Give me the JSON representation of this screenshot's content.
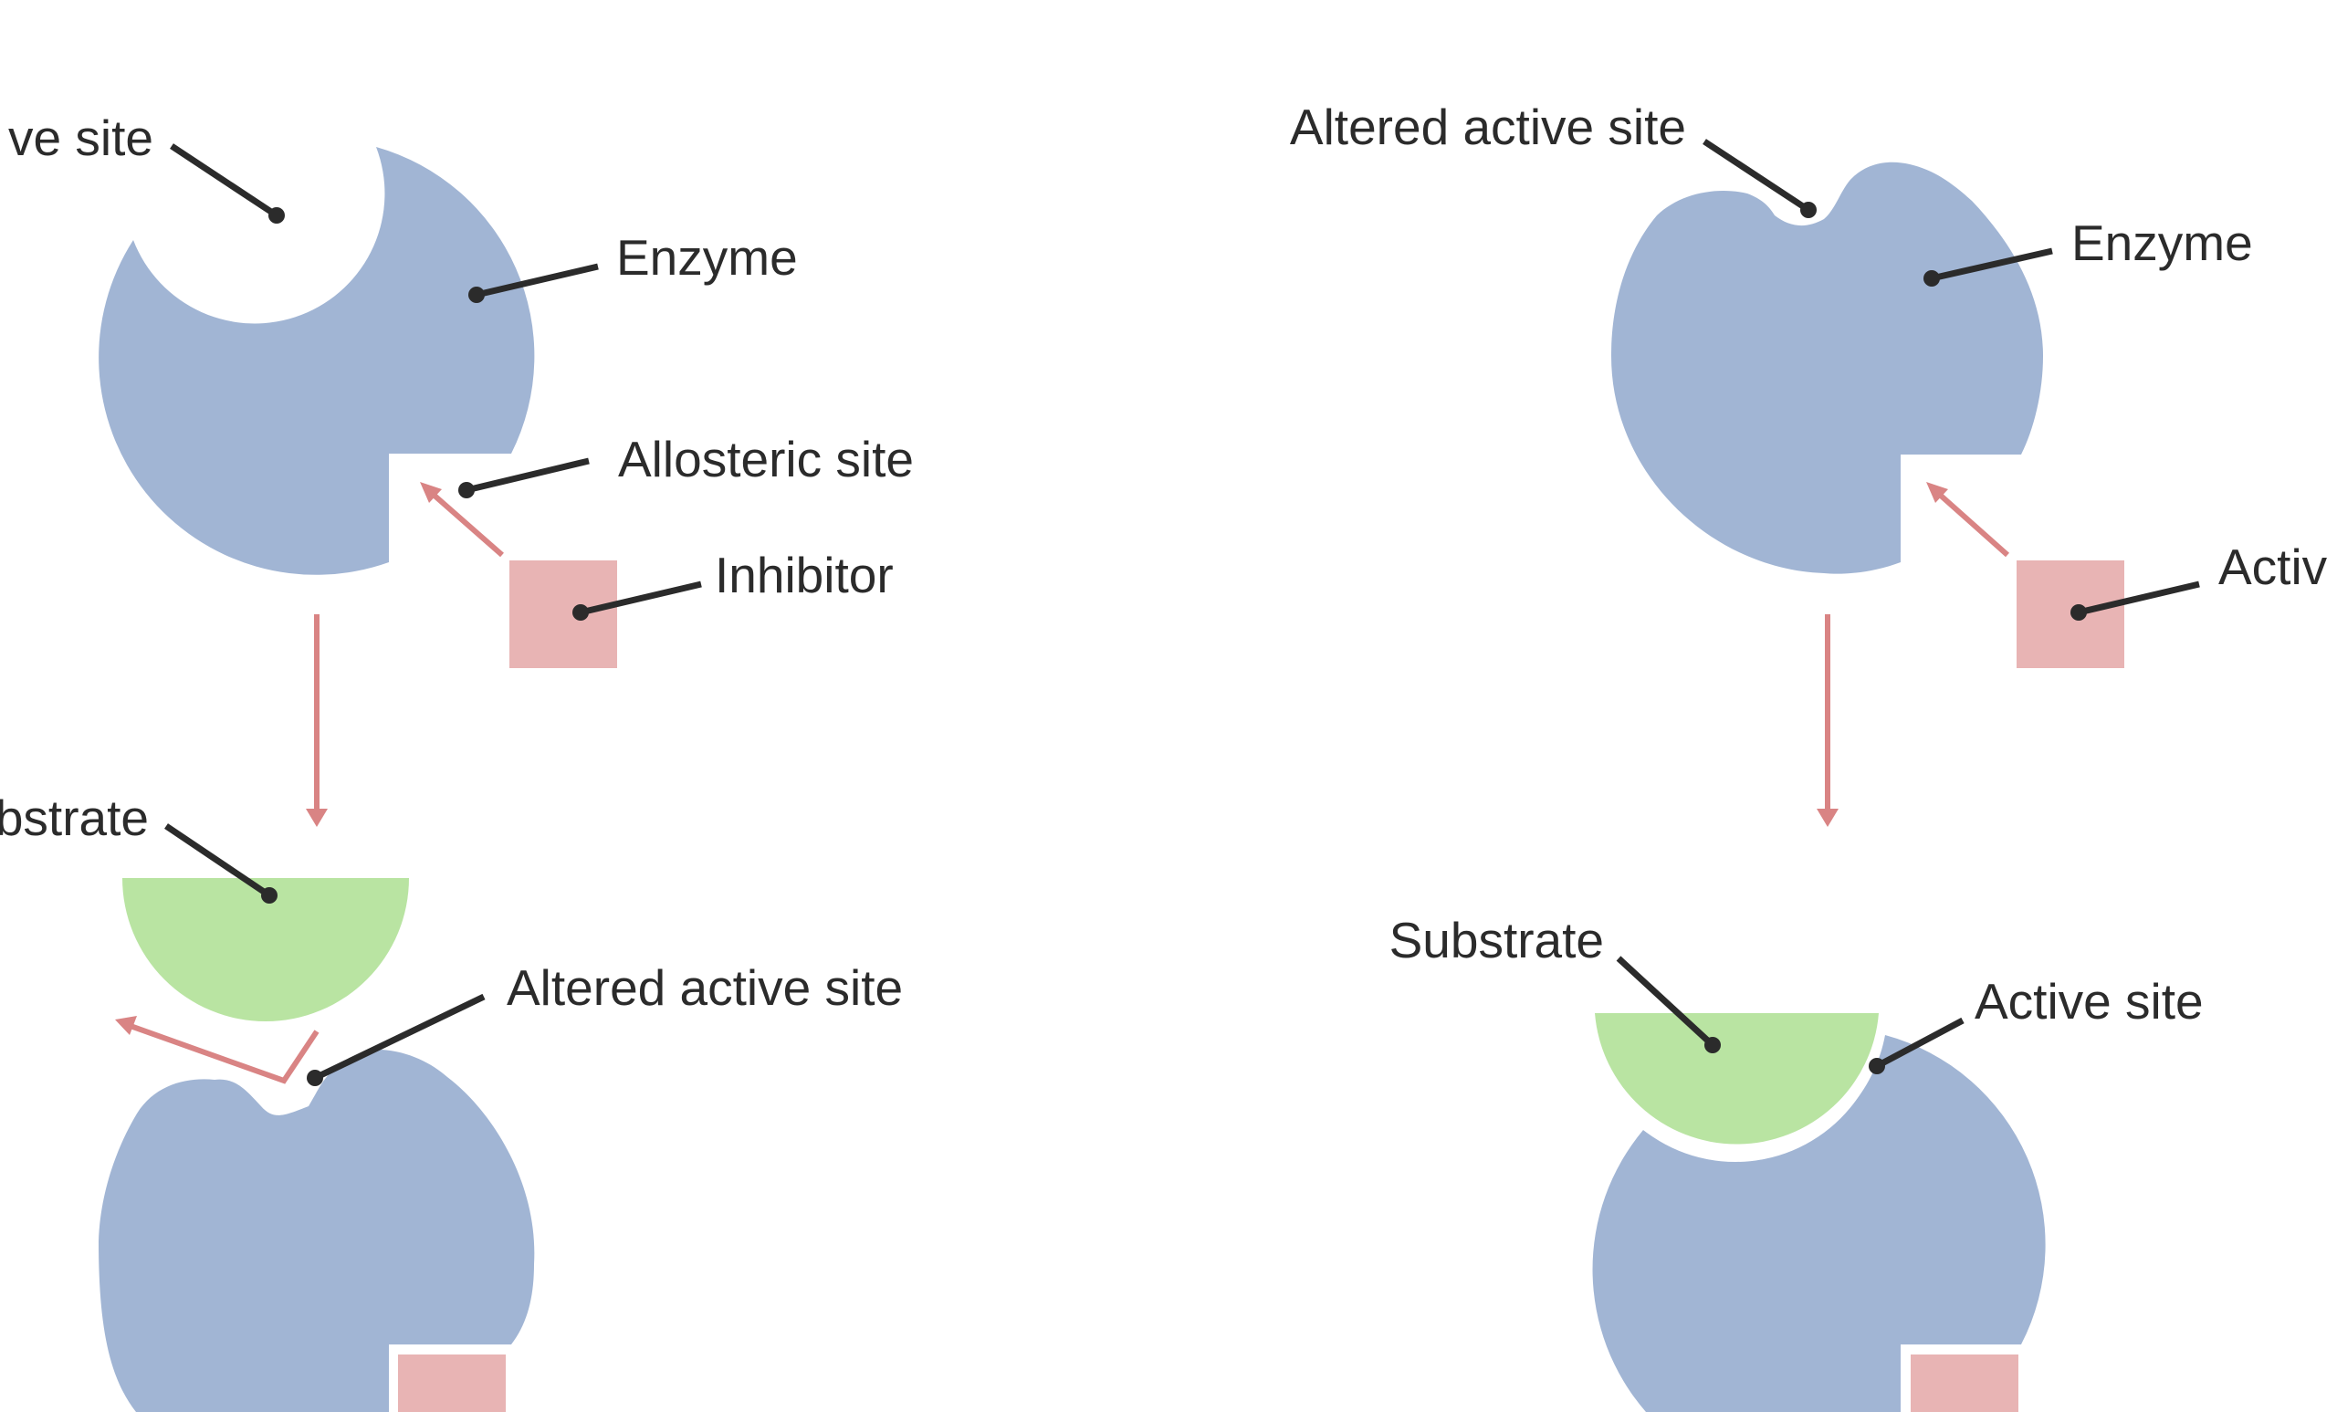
{
  "colors": {
    "enzyme": "#a1b5d4",
    "substrate": "#b9e4a2",
    "effector": "#e8b4b4",
    "arrow": "#d98484",
    "label": "#2b2b2b"
  },
  "left_panel": {
    "top": {
      "active_site_label": "ve site",
      "enzyme_label": "Enzyme",
      "allosteric_site_label": "Allosteric site",
      "inhibitor_label": "Inhibitor"
    },
    "bottom": {
      "substrate_label": "bstrate",
      "altered_active_site_label": "Altered active site"
    }
  },
  "right_panel": {
    "top": {
      "altered_active_site_label": "Altered active site",
      "enzyme_label": "Enzyme",
      "activator_label": "Activ"
    },
    "bottom": {
      "substrate_label": "Substrate",
      "active_site_label": "Active site"
    }
  }
}
